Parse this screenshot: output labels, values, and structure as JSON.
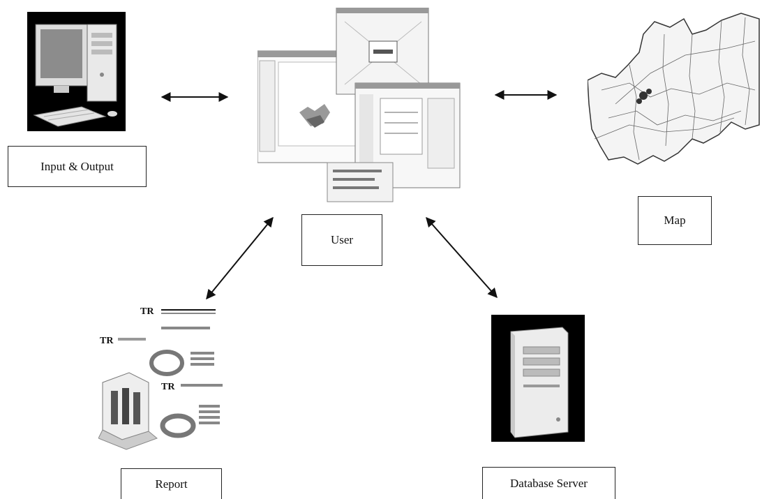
{
  "diagram": {
    "nodes": {
      "input_output": {
        "label": "Input & Output",
        "icon": "desktop-computer-icon"
      },
      "user": {
        "label": "User",
        "icon": "application-windows-icon"
      },
      "map": {
        "label": "Map",
        "icon": "city-map-icon"
      },
      "report": {
        "label": "Report",
        "icon": "report-pages-icon"
      },
      "database_server": {
        "label": "Database Server",
        "icon": "server-tower-icon"
      }
    },
    "edges": [
      {
        "from": "input_output",
        "to": "user",
        "direction": "bidirectional"
      },
      {
        "from": "user",
        "to": "map",
        "direction": "bidirectional"
      },
      {
        "from": "user",
        "to": "report",
        "direction": "bidirectional"
      },
      {
        "from": "user",
        "to": "database_server",
        "direction": "bidirectional"
      }
    ],
    "colors": {
      "ink": "#111111",
      "panel": "#000000",
      "paper": "#ffffff"
    }
  }
}
